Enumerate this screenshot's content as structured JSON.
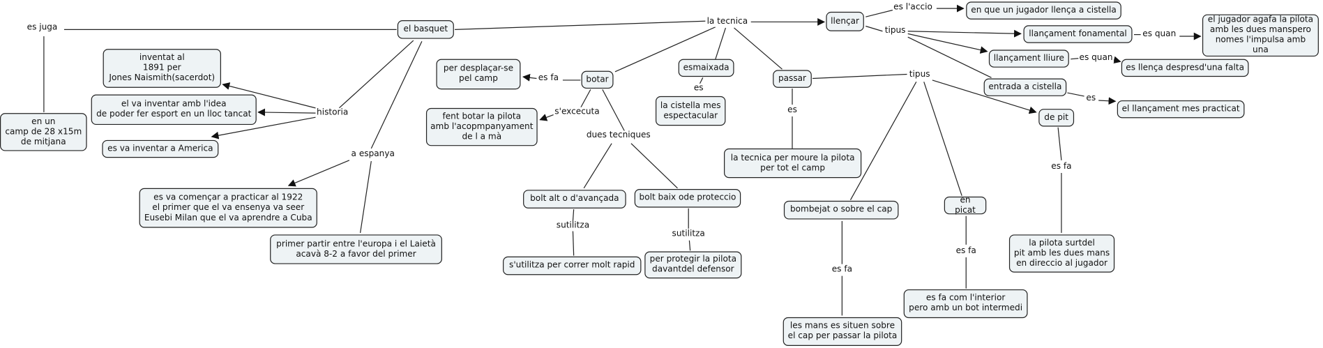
{
  "concepts": [
    {
      "id": "basquet",
      "text": "el basquet"
    },
    {
      "id": "llencar",
      "text": "llençar"
    },
    {
      "id": "accio",
      "text": "en que un jugador llença a cistella"
    },
    {
      "id": "fonamental",
      "text": "llançament fonamental"
    },
    {
      "id": "agafa",
      "text": "el jugador agafa la pilota\namb les dues manspero\nnomes l'impulsa amb una"
    },
    {
      "id": "lliure",
      "text": "llançament lliure"
    },
    {
      "id": "falta",
      "text": "es llença despresd'una falta"
    },
    {
      "id": "entrada",
      "text": "entrada a cistella"
    },
    {
      "id": "practicat",
      "text": "el llançament mes practicat"
    },
    {
      "id": "depit",
      "text": "de pit"
    },
    {
      "id": "surtdel",
      "text": "la pilota surtdel\npit amb les dues mans\nen direccio al jugador"
    },
    {
      "id": "picat",
      "text": "en picat"
    },
    {
      "id": "interior",
      "text": "es fa com l'interior\npero amb un bot intermedi"
    },
    {
      "id": "bombejat",
      "text": "bombejat o sobre el cap"
    },
    {
      "id": "mans",
      "text": "les mans es situen sobre\nel cap per passar la pilota"
    },
    {
      "id": "passar",
      "text": "passar"
    },
    {
      "id": "moure",
      "text": "la tecnica per moure la pilota\nper tot el camp"
    },
    {
      "id": "esmaixada",
      "text": "esmaixada"
    },
    {
      "id": "espectacular",
      "text": "la cistella mes\nespectacular"
    },
    {
      "id": "botar",
      "text": "botar"
    },
    {
      "id": "desplacar",
      "text": "per desplaçar-se\npel camp"
    },
    {
      "id": "fentbotar",
      "text": "fent botar la pilota\namb l'acopmpanyament\nde l a mà"
    },
    {
      "id": "boltalt",
      "text": "bolt alt o d'avançada"
    },
    {
      "id": "boltbaix",
      "text": "bolt baix ode proteccio"
    },
    {
      "id": "correr",
      "text": "s'utilitza per correr molt rapid"
    },
    {
      "id": "protegir",
      "text": "per protegir la pilota\ndavantdel defensor"
    },
    {
      "id": "inventat",
      "text": "inventat al\n1891 per\nJones Naismith(sacerdot)"
    },
    {
      "id": "idea",
      "text": "el va inventar amb l'idea\nde poder fer esport en un lloc tancat"
    },
    {
      "id": "america",
      "text": "es va inventar a America"
    },
    {
      "id": "camp",
      "text": "en un\ncamp de 28 x15m\nde mitjana"
    },
    {
      "id": "comencar",
      "text": "es va començar a practicar al 1922\nel primer que el  va ensenya va seer\nEusebi Milan que el va aprendre a Cuba"
    },
    {
      "id": "partit",
      "text": "primer partir entre l'europa i el Laietà\nacavà 8-2 a favor del primer"
    }
  ],
  "links": [
    {
      "id": "esjuga",
      "text": "es juga"
    },
    {
      "id": "latecnica",
      "text": "la tecnica"
    },
    {
      "id": "historia",
      "text": "historia"
    },
    {
      "id": "aespanya",
      "text": "a espanya"
    },
    {
      "id": "esaccio",
      "text": "es l'accio"
    },
    {
      "id": "tipus1",
      "text": "tipus"
    },
    {
      "id": "esquan1",
      "text": "es quan"
    },
    {
      "id": "esquan2",
      "text": "es quan"
    },
    {
      "id": "es_entrada",
      "text": "es"
    },
    {
      "id": "tipus2",
      "text": "tipus"
    },
    {
      "id": "es_passar",
      "text": "es"
    },
    {
      "id": "es_esmaixada",
      "text": "es"
    },
    {
      "id": "esfa_botar",
      "text": "es fa"
    },
    {
      "id": "sexcecuta",
      "text": "s'excecuta"
    },
    {
      "id": "dues",
      "text": "dues tecniques"
    },
    {
      "id": "sutilitza1",
      "text": "sutilitza"
    },
    {
      "id": "sutilitza2",
      "text": "sutilitza"
    },
    {
      "id": "esfa_bombejat",
      "text": "es fa"
    },
    {
      "id": "esfa_picat",
      "text": "es fa"
    },
    {
      "id": "esfa_depit",
      "text": "es fa"
    }
  ],
  "colors": {
    "concept_fill": "#eef3f5",
    "line": "#222222"
  }
}
